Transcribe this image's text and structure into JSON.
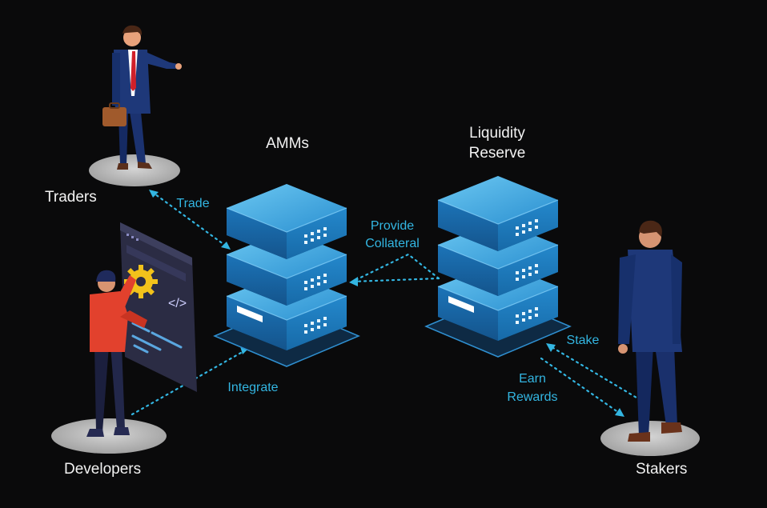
{
  "diagram": {
    "nodes": {
      "amms": {
        "title": "AMMs",
        "icon": "server-stack-icon"
      },
      "liquidity": {
        "title_line1": "Liquidity",
        "title_line2": "Reserve",
        "icon": "server-stack-icon"
      }
    },
    "actors": {
      "traders": {
        "label": "Traders",
        "icon": "businessman-icon"
      },
      "developers": {
        "label": "Developers",
        "icon": "developer-icon"
      },
      "stakers": {
        "label": "Stakers",
        "icon": "businessman-icon"
      }
    },
    "flows": {
      "trade": "Trade",
      "provide_line1": "Provide",
      "provide_line2": "Collateral",
      "integrate": "Integrate",
      "stake": "Stake",
      "earn_line1": "Earn",
      "earn_line2": "Rewards"
    },
    "colors": {
      "background": "#0a0a0b",
      "accent": "#33b6e2",
      "server_blue": "#1f7fc4",
      "server_light": "#4fb6ea",
      "platform": "#bdbdbd",
      "text": "#f2f2f2"
    }
  }
}
